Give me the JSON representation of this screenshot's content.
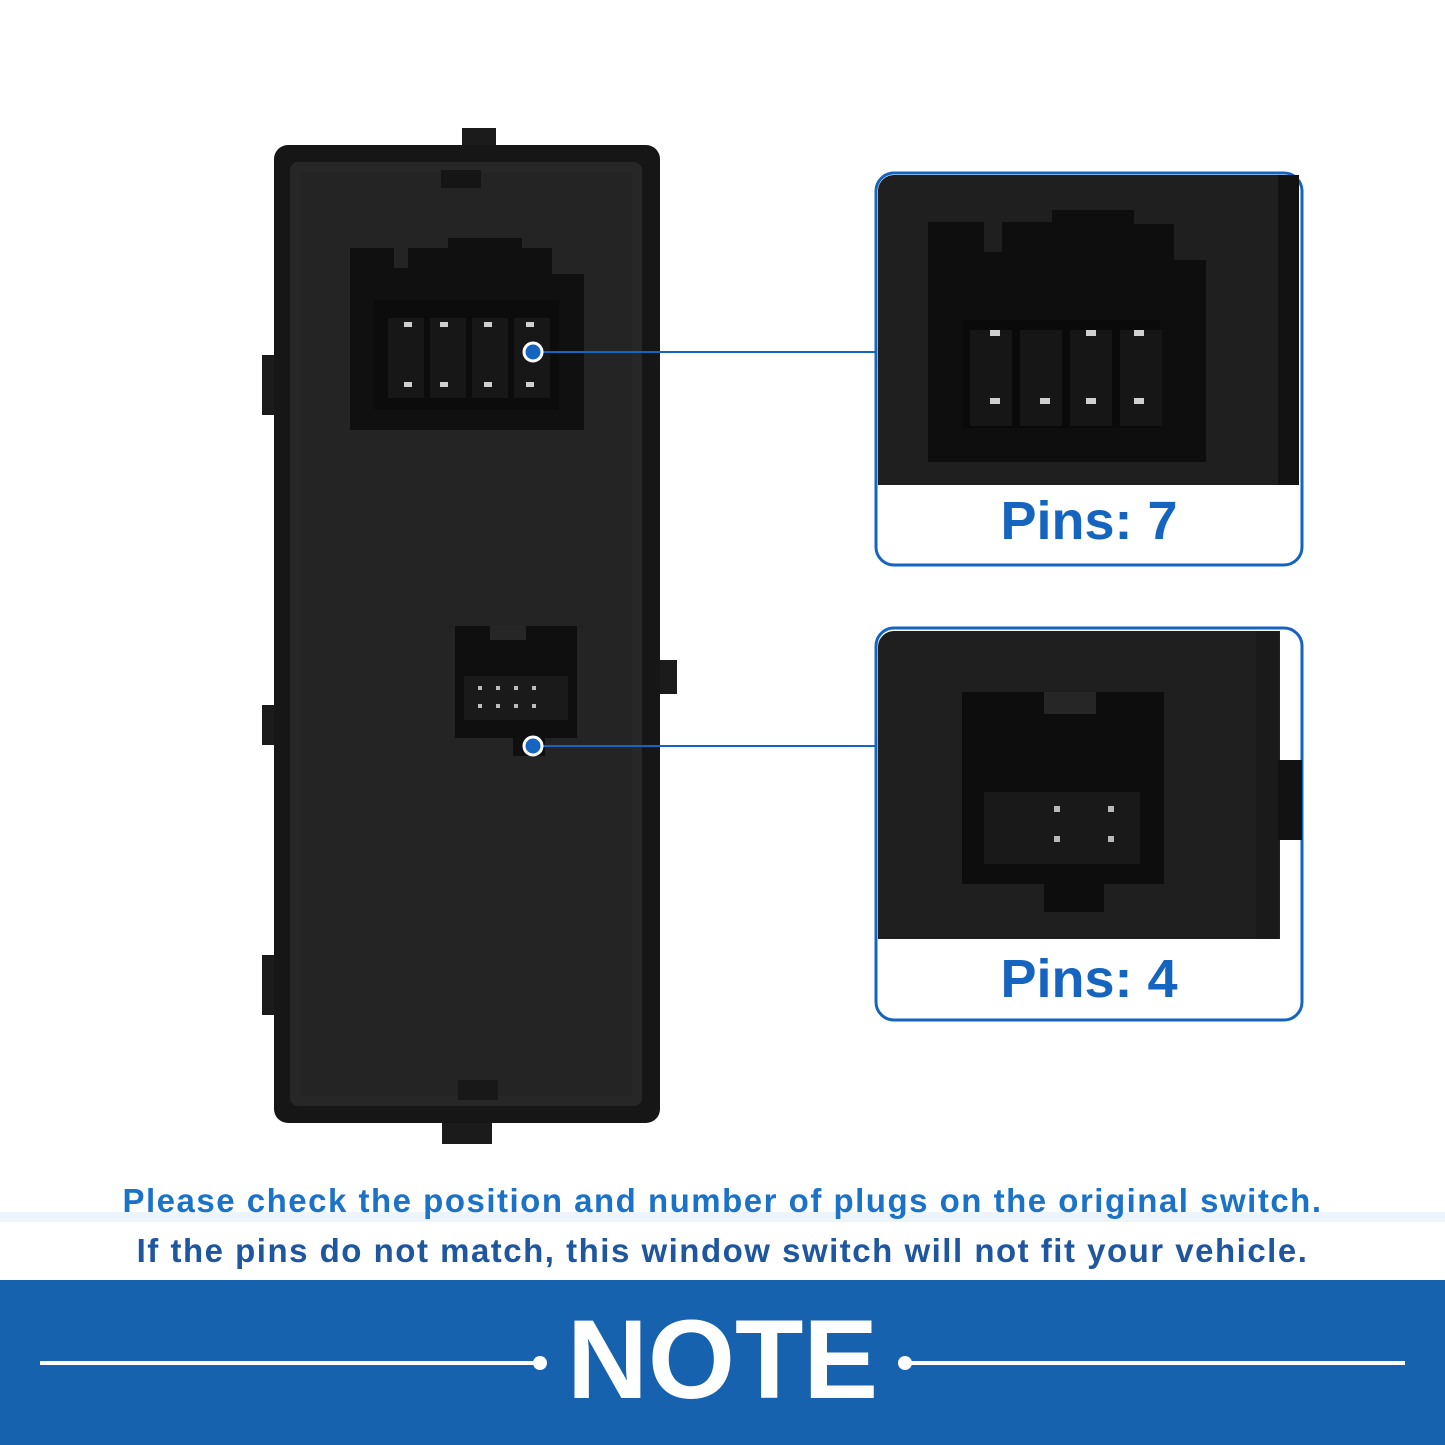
{
  "callouts": [
    {
      "label": "Pins: 7"
    },
    {
      "label": "Pins: 4"
    }
  ],
  "note": {
    "line1": "Please check the position and number of plugs on the original switch.",
    "line2": "If the pins do not match, this window switch will not fit your vehicle.",
    "title": "NOTE"
  },
  "colors": {
    "accent_blue": "#1565c0",
    "banner_blue": "#1662ae",
    "product_black": "#1e1e1e"
  }
}
